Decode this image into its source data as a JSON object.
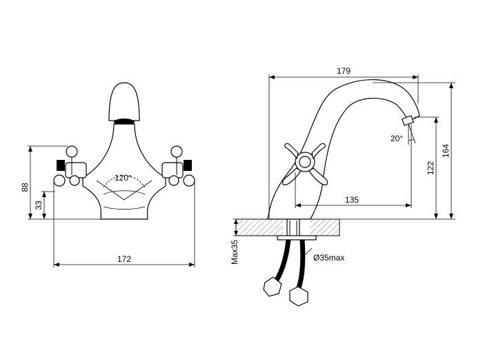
{
  "front_view": {
    "width_dim": "172",
    "height_dim": "88",
    "low_dim": "33",
    "angle_dim": "120°"
  },
  "side_view": {
    "length_dim": "179",
    "height_dim": "164",
    "spout_height_dim": "122",
    "reach_dim": "135",
    "tilt_angle_dim": "20°",
    "counter_dim": "Max35",
    "hole_dim": "Ø35max"
  }
}
